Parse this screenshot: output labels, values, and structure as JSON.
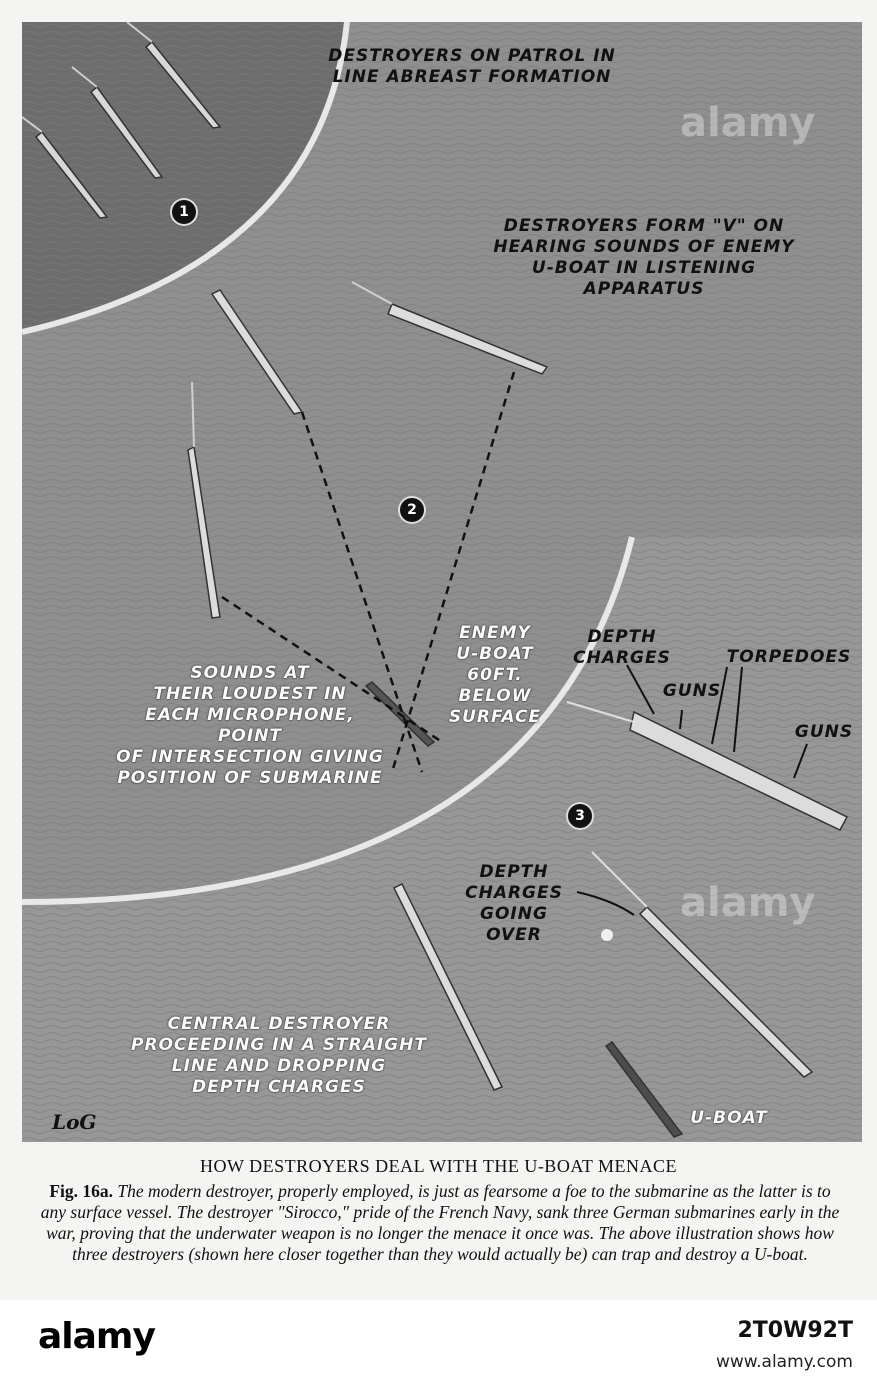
{
  "illustration": {
    "labels": {
      "patrol": "DESTROYERS ON PATROL IN\nLINE ABREAST FORMATION",
      "form_v": "DESTROYERS FORM \"V\" ON\nHEARING SOUNDS OF ENEMY\nU-BOAT IN LISTENING\nAPPARATUS",
      "sounds": "SOUNDS AT\nTHEIR LOUDEST IN\nEACH MICROPHONE, POINT\nOF INTERSECTION GIVING\nPOSITION OF SUBMARINE",
      "enemy": "ENEMY\nU-BOAT\n60FT. BELOW\nSURFACE",
      "depth_charges": "DEPTH\nCHARGES",
      "torpedoes": "TORPEDOES",
      "guns_1": "GUNS",
      "guns_2": "GUNS",
      "going_over": "DEPTH\nCHARGES\nGOING OVER",
      "central": "CENTRAL DESTROYER\nPROCEEDING IN A STRAIGHT\nLINE AND DROPPING\nDEPTH CHARGES",
      "uboat": "U-BOAT"
    },
    "steps": [
      "1",
      "2",
      "3"
    ],
    "signature": "LoG"
  },
  "caption": {
    "heading": "HOW DESTROYERS DEAL WITH THE U-BOAT MENACE",
    "fig_label": "Fig. 16a.",
    "text": "The modern destroyer, properly employed, is just as fearsome a foe to the submarine as the latter is to any surface vessel. The destroyer \"Sirocco,\" pride of the French Navy, sank three German submarines early in the war, proving that the underwater weapon is no longer the menace it once was. The above illustration shows how three destroyers (shown here closer together than they would actually be) can trap and destroy a U-boat."
  },
  "watermark": {
    "logo": "alamy",
    "image_id": "2T0W92T",
    "url": "www.alamy.com",
    "ghost": "alamy"
  }
}
